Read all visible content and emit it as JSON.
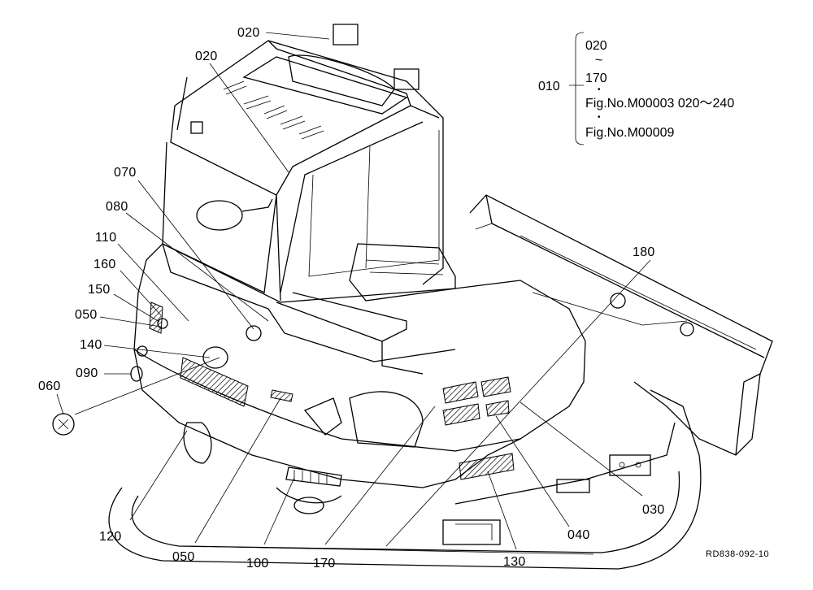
{
  "callouts": {
    "c020a": "020",
    "c020b": "020",
    "c070": "070",
    "c080": "080",
    "c110": "110",
    "c160": "160",
    "c150": "150",
    "c050a": "050",
    "c140": "140",
    "c090": "090",
    "c060": "060",
    "c120": "120",
    "c050b": "050",
    "c100": "100",
    "c170": "170",
    "c130": "130",
    "c040": "040",
    "c030": "030",
    "c180": "180"
  },
  "legend": {
    "assembly": "010",
    "range_start": "020",
    "tilde": "~",
    "range_end": "170",
    "fig1": "Fig.No.M00003  020～240",
    "fig2": "Fig.No.M00009"
  },
  "drawing_code": "RD838-092-10"
}
